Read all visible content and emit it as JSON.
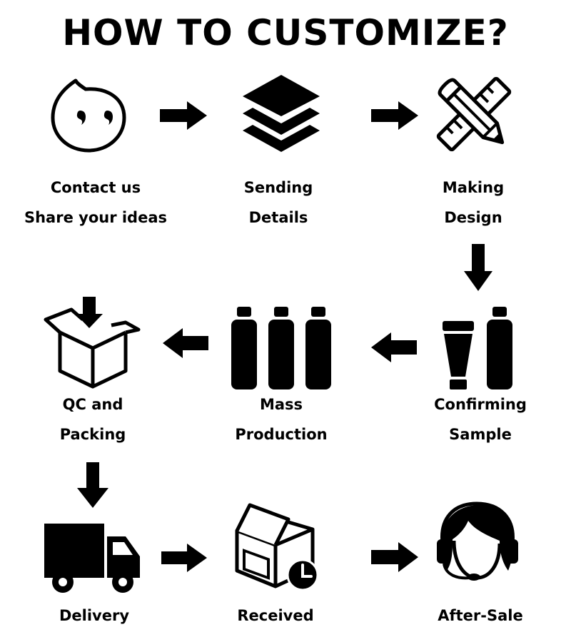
{
  "title": "HOW TO CUSTOMIZE?",
  "colors": {
    "ink": "#000000",
    "background": "#ffffff"
  },
  "steps": [
    {
      "icon": "chat-bubble-icon",
      "line1": "Contact us",
      "line2": "Share your ideas"
    },
    {
      "icon": "layers-icon",
      "line1": "Sending",
      "line2": "Details"
    },
    {
      "icon": "pencil-ruler-icon",
      "line1": "Making",
      "line2": "Design"
    },
    {
      "icon": "tube-bottle-icon",
      "line1": "Confirming",
      "line2": "Sample"
    },
    {
      "icon": "bottles-icon",
      "line1": "Mass",
      "line2": "Production"
    },
    {
      "icon": "box-icon",
      "line1": "QC and",
      "line2": "Packing"
    },
    {
      "icon": "truck-icon",
      "line1": "Delivery"
    },
    {
      "icon": "package-clock-icon",
      "line1": "Received"
    },
    {
      "icon": "headset-agent-icon",
      "line1": "After-Sale"
    }
  ]
}
